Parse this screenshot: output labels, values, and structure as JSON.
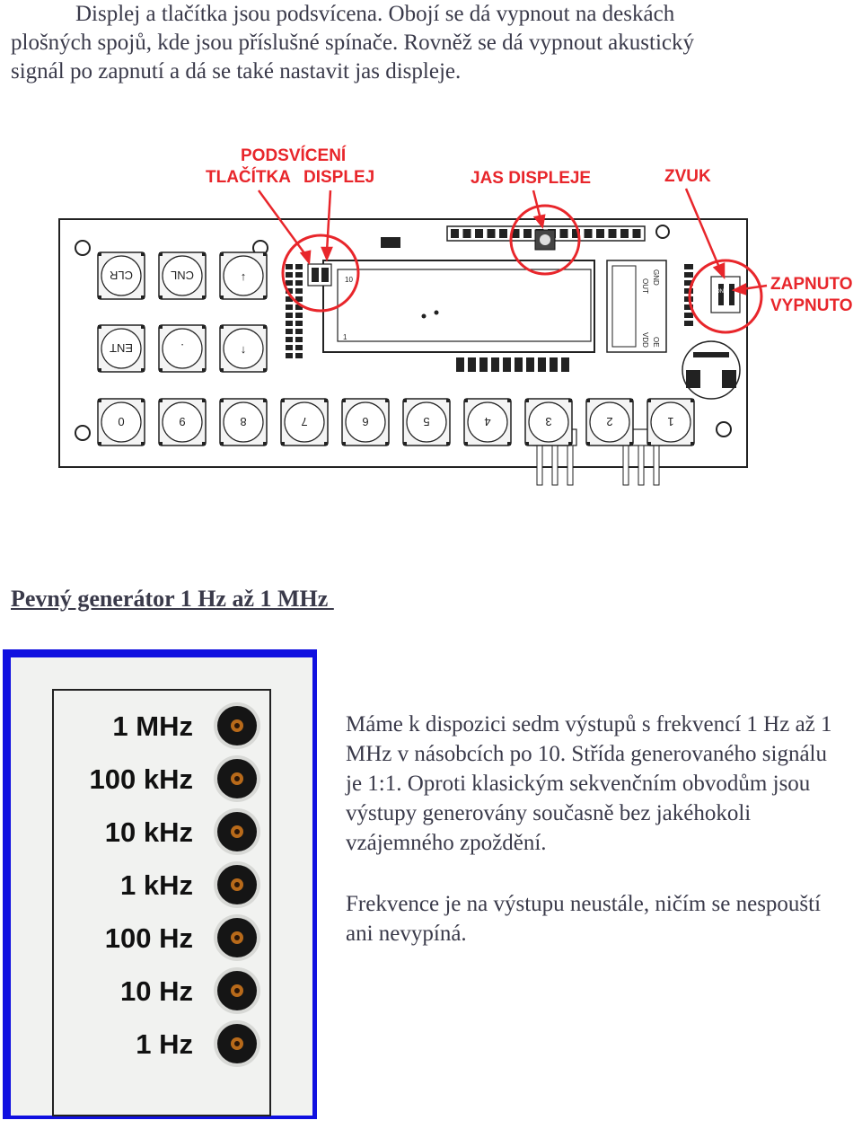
{
  "intro": {
    "line1": "Displej a tlačítka jsou podsvícena. Obojí se dá vypnout  na deskách",
    "line2": "plošných spojů, kde jsou příslušné spínače. Rovněž se dá vypnout akustický",
    "line3": "signál po zapnutí a dá se také nastavit jas displeje."
  },
  "pcb": {
    "callout_backlight": "PODSVÍCENÍ",
    "callout_buttons": "TLAČÍTKA",
    "callout_display": "DISPLEJ",
    "callout_brightness": "JAS DISPLEJE",
    "callout_sound": "ZVUK",
    "callout_on": "ZAPNUTO",
    "callout_off": "VYPNUTO",
    "keys_row1": [
      "CLR",
      "CNL",
      "↑"
    ],
    "keys_row2": [
      "ENT",
      ".",
      "↓"
    ],
    "keys_row3": [
      "0",
      "9",
      "8",
      "7",
      "6",
      "5",
      "4",
      "3",
      "2",
      "1"
    ],
    "lcd_pin_10": "10",
    "lcd_pin_1": "1",
    "conn_out": "OUT",
    "conn_gnd": "GND",
    "conn_vdd": "VDD",
    "conn_oe": "OE",
    "switch_on": "ON"
  },
  "section_heading": "Pevný generátor 1 Hz až 1 MHz ",
  "generator_labels": [
    "1 MHz",
    "100 kHz",
    "10 kHz",
    "1 kHz",
    "100 Hz",
    "10 Hz",
    "1 Hz"
  ],
  "description": {
    "para1": "Máme k dispozici sedm výstupů s frekvencí 1 Hz až 1 MHz v násobcích po 10. Střída generovaného signálu je 1:1. Oproti klasickým sekvenčním obvodům jsou výstupy generovány současně bez jakéhokoli vzájemného zpoždění.",
    "para2": "Frekvence je na výstupu neustále, ničím se nespouští ani nevypíná."
  },
  "colors": {
    "callout": "#e8262b",
    "frame_blue": "#1010e0"
  }
}
